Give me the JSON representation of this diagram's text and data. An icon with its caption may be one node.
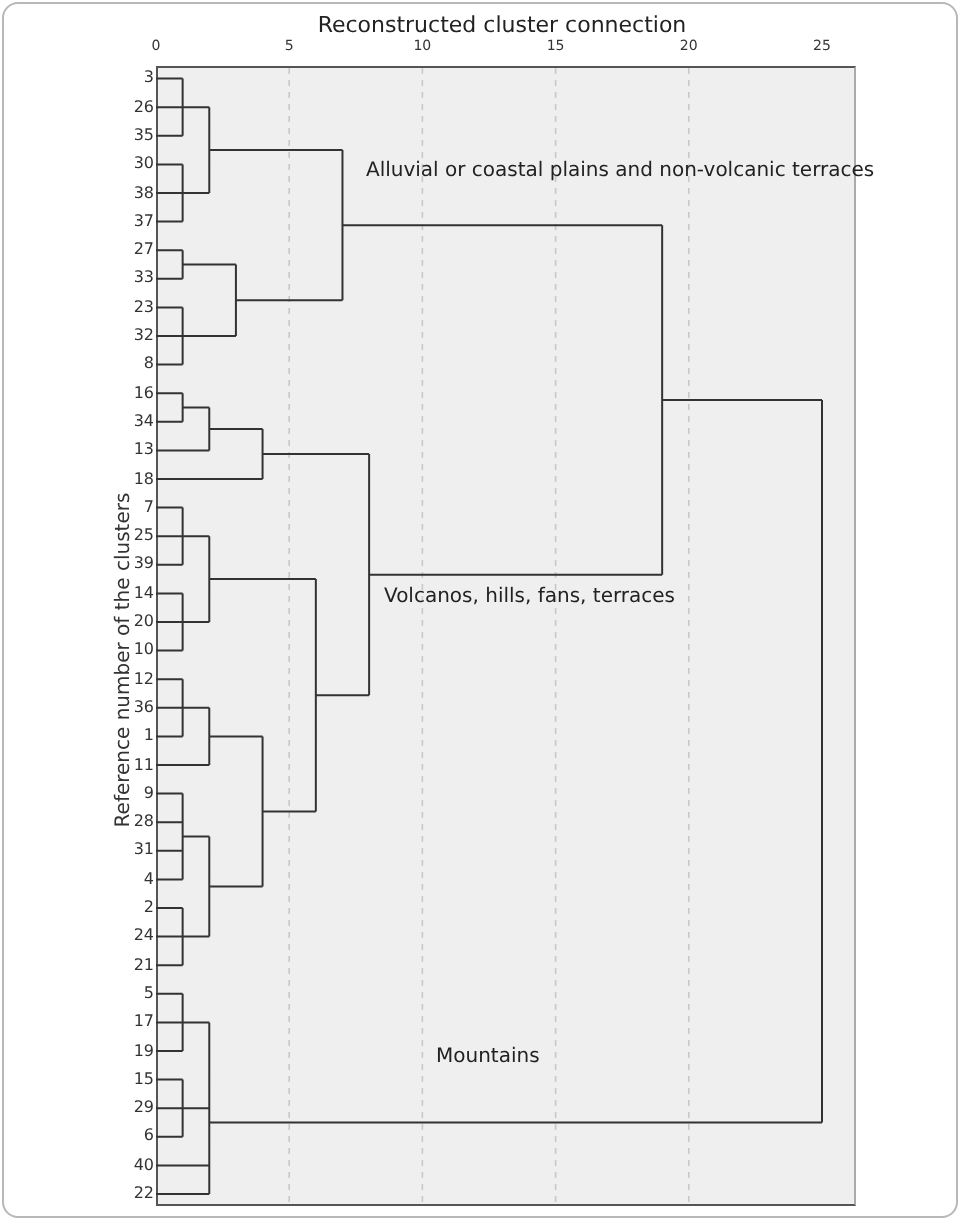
{
  "diagram": {
    "title": "Reconstructed cluster connection",
    "labels": [
      "0",
      "5",
      "10",
      "15",
      "20",
      "25",
      "Reference number of the clusters",
      "3",
      "26",
      "35",
      "30",
      "38",
      "37",
      "27",
      "33",
      "23",
      "32",
      "8",
      "16",
      "34",
      "13",
      "18",
      "7",
      "25",
      "39",
      "14",
      "20",
      "10",
      "12",
      "36",
      "1",
      "11",
      "9",
      "28",
      "31",
      "4",
      "2",
      "24",
      "21",
      "5",
      "17",
      "19",
      "15",
      "29",
      "6",
      "40",
      "22",
      "Alluvial or coastal plains and non-volcanic terraces",
      "Volcanos, hills, fans, terraces",
      "Mountains"
    ]
  }
}
